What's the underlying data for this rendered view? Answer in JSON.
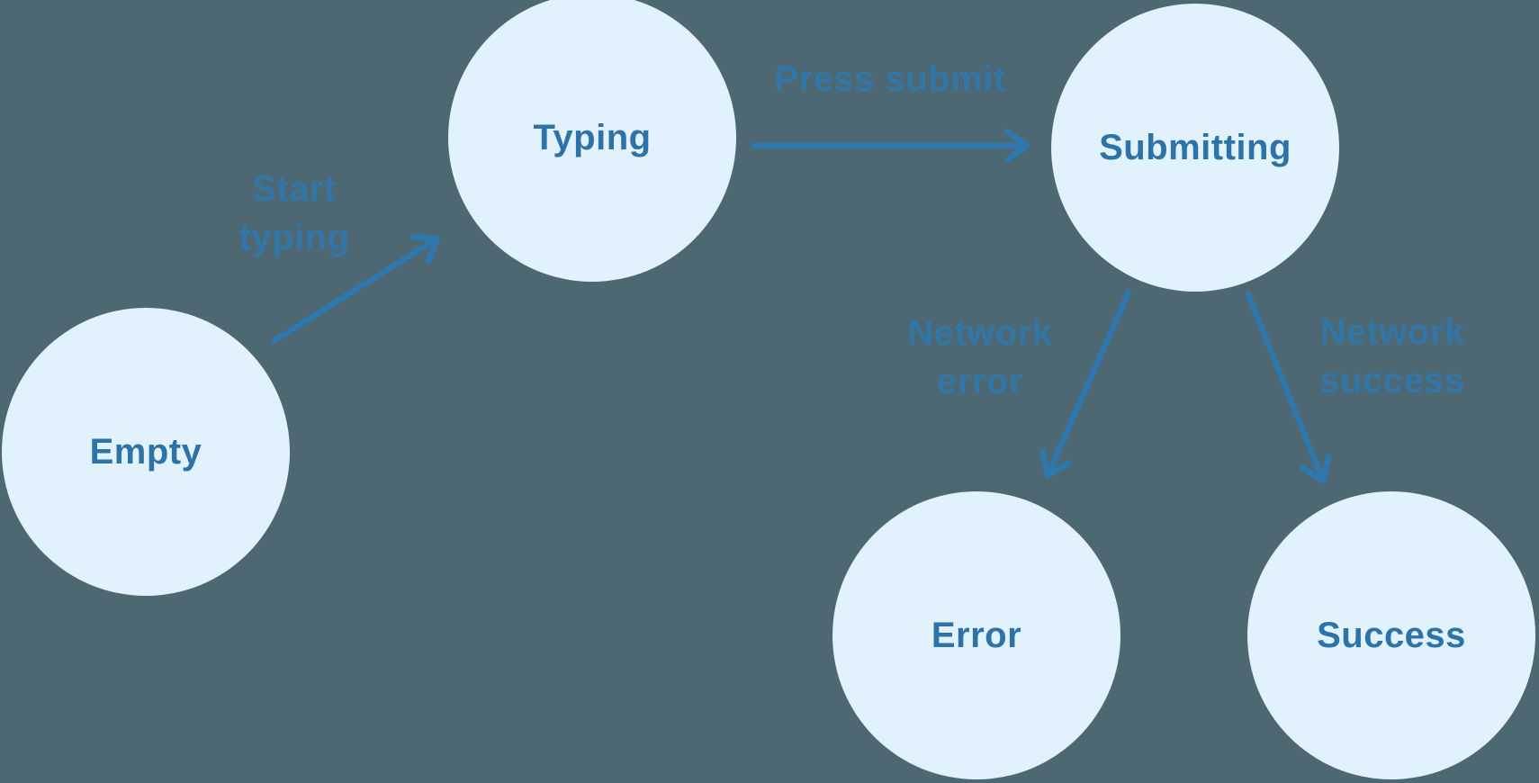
{
  "diagram": {
    "background_color": "#4d6872",
    "node_fill_color": "#e1f2fd",
    "node_text_color": "#2d73a7",
    "arrow_color": "#2e78ad",
    "edge_label_color": "#2e78ad",
    "nodes": [
      {
        "id": "empty",
        "label": "Empty"
      },
      {
        "id": "typing",
        "label": "Typing"
      },
      {
        "id": "submitting",
        "label": "Submitting"
      },
      {
        "id": "error",
        "label": "Error"
      },
      {
        "id": "success",
        "label": "Success"
      }
    ],
    "edges": [
      {
        "from": "empty",
        "to": "typing",
        "label": "Start\ntyping"
      },
      {
        "from": "typing",
        "to": "submitting",
        "label": "Press submit"
      },
      {
        "from": "submitting",
        "to": "error",
        "label": "Network\nerror"
      },
      {
        "from": "submitting",
        "to": "success",
        "label": "Network\nsuccess"
      }
    ]
  }
}
